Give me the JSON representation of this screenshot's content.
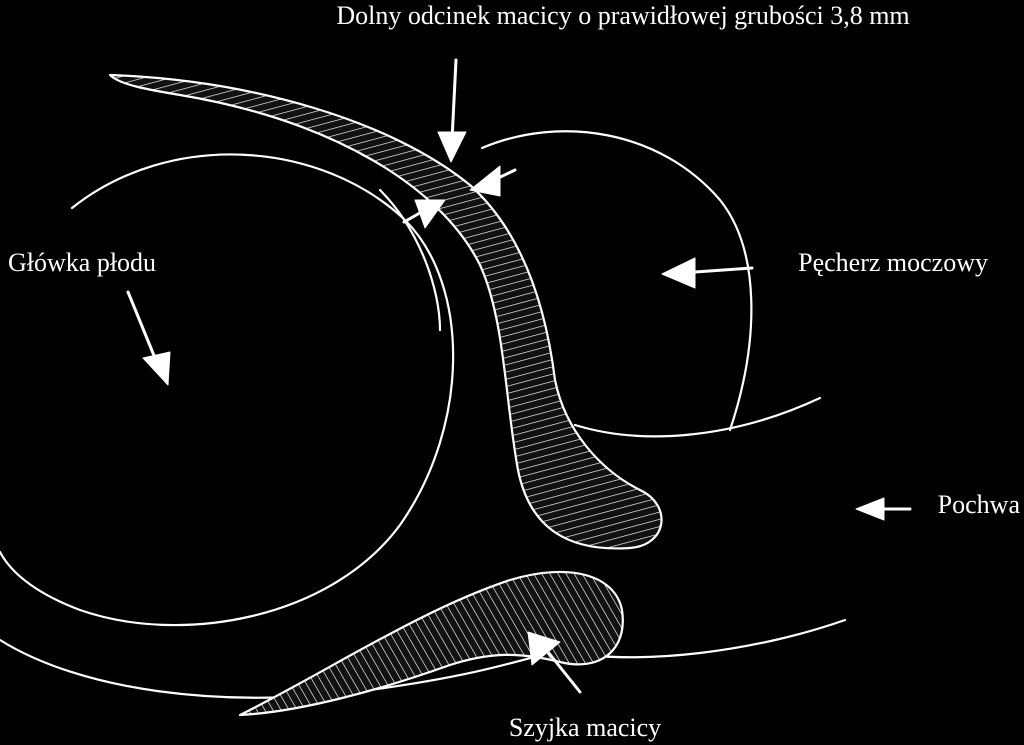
{
  "labels": {
    "lower_segment": "Dolny odcinek macicy o prawidłowej grubości 3,8 mm",
    "fetal_head": "Główka płodu",
    "bladder": "Pęcherz moczowy",
    "vagina": "Pochwa",
    "cervix": "Szyjka macicy"
  },
  "colors": {
    "background": "#000000",
    "ink": "#ffffff"
  }
}
